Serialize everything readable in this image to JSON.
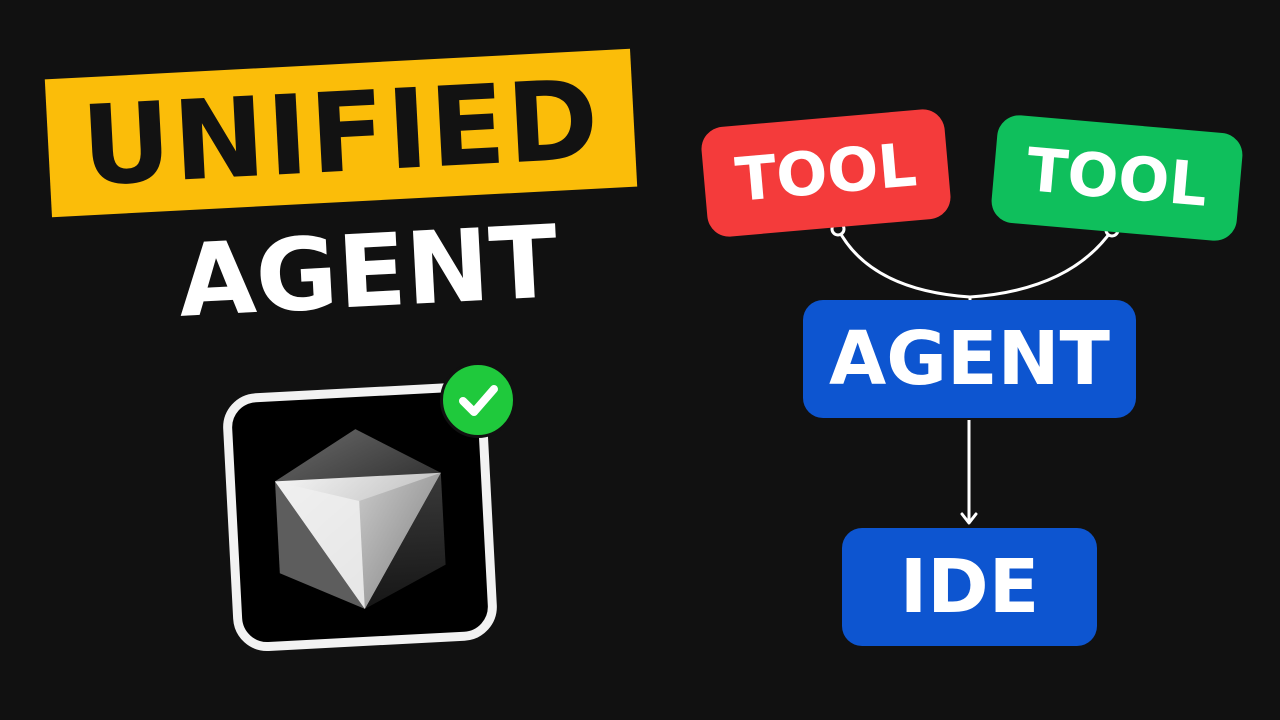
{
  "left": {
    "headline_top": "UNIFIED",
    "headline_bottom": "AGENT",
    "colors": {
      "highlight": "#fbbd09",
      "check_badge": "#1fc93c"
    },
    "icons": {
      "app": "cube-app-icon",
      "badge": "checkmark-icon"
    }
  },
  "diagram": {
    "tool_left": "TOOL",
    "tool_right": "TOOL",
    "agent": "AGENT",
    "ide": "IDE",
    "colors": {
      "tool_left": "#f43b3b",
      "tool_right": "#0fbf5c",
      "agent": "#0d55d0",
      "ide": "#0d55d0"
    }
  }
}
